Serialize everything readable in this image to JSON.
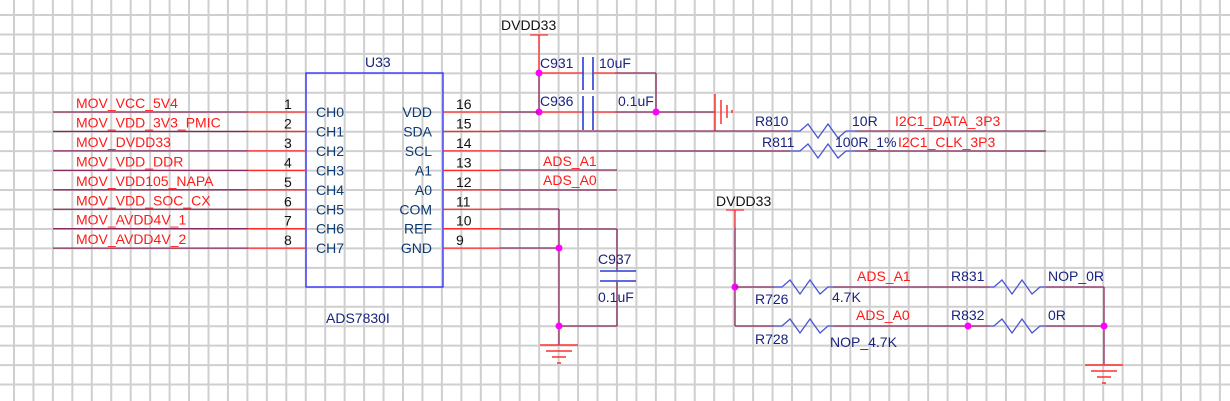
{
  "component": {
    "ref": "U33",
    "part": "ADS7830I",
    "left_pins": [
      {
        "num": "1",
        "name": "CH0",
        "net": "MOV_VCC_5V4"
      },
      {
        "num": "2",
        "name": "CH1",
        "net": "MOV_VDD_3V3_PMIC"
      },
      {
        "num": "3",
        "name": "CH2",
        "net": "MOV_DVDD33"
      },
      {
        "num": "4",
        "name": "CH3",
        "net": "MOV_VDD_DDR"
      },
      {
        "num": "5",
        "name": "CH4",
        "net": "MOV_VDD105_NAPA"
      },
      {
        "num": "6",
        "name": "CH5",
        "net": "MOV_VDD_SOC_CX"
      },
      {
        "num": "7",
        "name": "CH6",
        "net": "MOV_AVDD4V_1"
      },
      {
        "num": "8",
        "name": "CH7",
        "net": "MOV_AVDD4V_2"
      }
    ],
    "right_pins": [
      {
        "num": "16",
        "name": "VDD"
      },
      {
        "num": "15",
        "name": "SDA"
      },
      {
        "num": "14",
        "name": "SCL"
      },
      {
        "num": "13",
        "name": "A1"
      },
      {
        "num": "12",
        "name": "A0"
      },
      {
        "num": "11",
        "name": "COM"
      },
      {
        "num": "10",
        "name": "REF"
      },
      {
        "num": "9",
        "name": "GND"
      }
    ]
  },
  "power": {
    "top": "DVDD33",
    "right": "DVDD33"
  },
  "capacitors": [
    {
      "ref": "C931",
      "value": "10uF"
    },
    {
      "ref": "C936",
      "value": "0.1uF"
    },
    {
      "ref": "C937",
      "value": "0.1uF"
    }
  ],
  "resistors": [
    {
      "ref": "R810",
      "value": "10R"
    },
    {
      "ref": "R811",
      "value": "100R_1%"
    },
    {
      "ref": "R726",
      "value": "4.7K"
    },
    {
      "ref": "R728",
      "value": "NOP_4.7K"
    },
    {
      "ref": "R831",
      "value": "NOP_0R"
    },
    {
      "ref": "R832",
      "value": "0R"
    }
  ],
  "nets": {
    "ads_a1": "ADS_A1",
    "ads_a0": "ADS_A0",
    "i2c_data": "I2C1_DATA_3P3",
    "i2c_clk": "I2C1_CLK_3P3"
  },
  "colors": {
    "wire": "#8a2a5c",
    "pin": "#ff2a2a",
    "net_label": "#ff1a1a",
    "component_body": "#2a2aff",
    "junction": "#ff00ff",
    "grid": "#cfcfcf"
  }
}
